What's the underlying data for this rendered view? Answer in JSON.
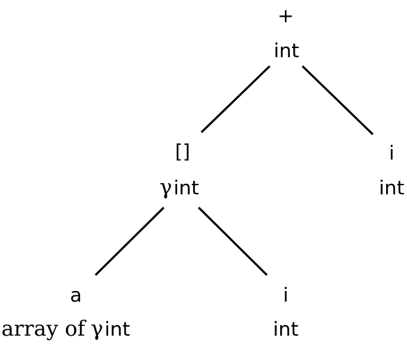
{
  "tree": {
    "root": {
      "op": "+",
      "type": "int"
    },
    "index": {
      "op": "[]",
      "gamma": "γ",
      "type": "int"
    },
    "right_i": {
      "name": "i",
      "type": "int"
    },
    "array": {
      "name": "a",
      "prefix": "array of",
      "gamma": "γ",
      "type": "int"
    },
    "inner_i": {
      "name": "i",
      "type": "int"
    }
  }
}
